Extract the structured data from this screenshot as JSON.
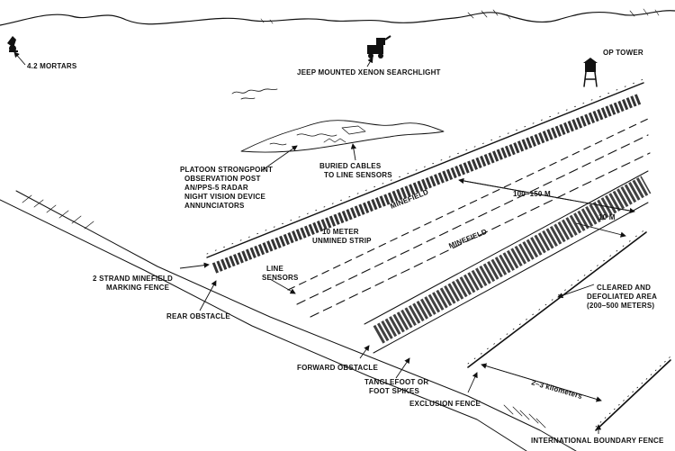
{
  "labels": {
    "mortars": "4.2 MORTARS",
    "searchlight": "JEEP MOUNTED XENON SEARCHLIGHT",
    "op_tower": "OP TOWER",
    "strongpoint": [
      "PLATOON STRONGPOINT",
      "OBSERVATION POST",
      "AN/PPS-5 RADAR",
      "NIGHT VISION DEVICE",
      "ANNUNCIATORS"
    ],
    "buried_cables": [
      "BURIED CABLES",
      "TO LINE SENSORS"
    ],
    "minefield_upper": "MINEFIELD",
    "distance_100_150": "100–150 M",
    "unmined_strip": [
      "10 METER",
      "UNMINED STRIP"
    ],
    "minefield_lower": "MINEFIELD",
    "distance_10m": "10 M",
    "marking_fence": [
      "2 STRAND MINEFIELD",
      "MARKING FENCE"
    ],
    "line_sensors": [
      "LINE",
      "SENSORS"
    ],
    "rear_obstacle": "REAR OBSTACLE",
    "cleared_area": [
      "CLEARED AND",
      "DEFOLIATED AREA",
      "(200–500 METERS)"
    ],
    "forward_obstacle": "FORWARD OBSTACLE",
    "tanglefoot": [
      "TANGLEFOOT OR",
      "FOOT SPIKES"
    ],
    "distance_kilometers": "2–3 kilometers",
    "exclusion_fence": "EXCLUSION FENCE",
    "boundary_fence": "INTERNATIONAL BOUNDARY FENCE"
  }
}
